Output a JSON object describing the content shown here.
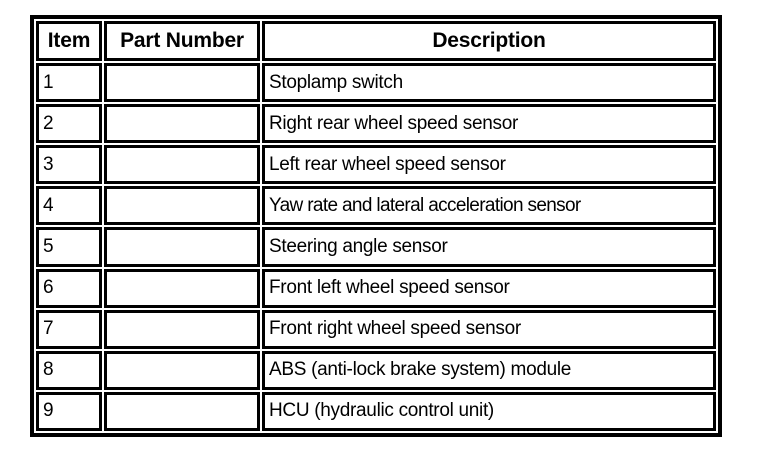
{
  "table": {
    "columns": [
      {
        "key": "item",
        "label": "Item"
      },
      {
        "key": "part_number",
        "label": "Part Number"
      },
      {
        "key": "description",
        "label": "Description"
      }
    ],
    "rows": [
      {
        "item": "1",
        "part_number": "",
        "description": "Stoplamp switch"
      },
      {
        "item": "2",
        "part_number": "",
        "description": "Right rear wheel speed sensor"
      },
      {
        "item": "3",
        "part_number": "",
        "description": "Left rear wheel speed sensor"
      },
      {
        "item": "4",
        "part_number": "",
        "description": "Yaw rate and lateral acceleration sensor"
      },
      {
        "item": "5",
        "part_number": "",
        "description": "Steering angle sensor"
      },
      {
        "item": "6",
        "part_number": "",
        "description": "Front left wheel speed sensor"
      },
      {
        "item": "7",
        "part_number": "",
        "description": "Front right wheel speed sensor"
      },
      {
        "item": "8",
        "part_number": "",
        "description": "ABS (anti-lock brake system) module"
      },
      {
        "item": "9",
        "part_number": "",
        "description": "HCU (hydraulic control unit)"
      }
    ]
  },
  "colors": {
    "background": "#ffffff",
    "border": "#000000",
    "text": "#000000"
  }
}
